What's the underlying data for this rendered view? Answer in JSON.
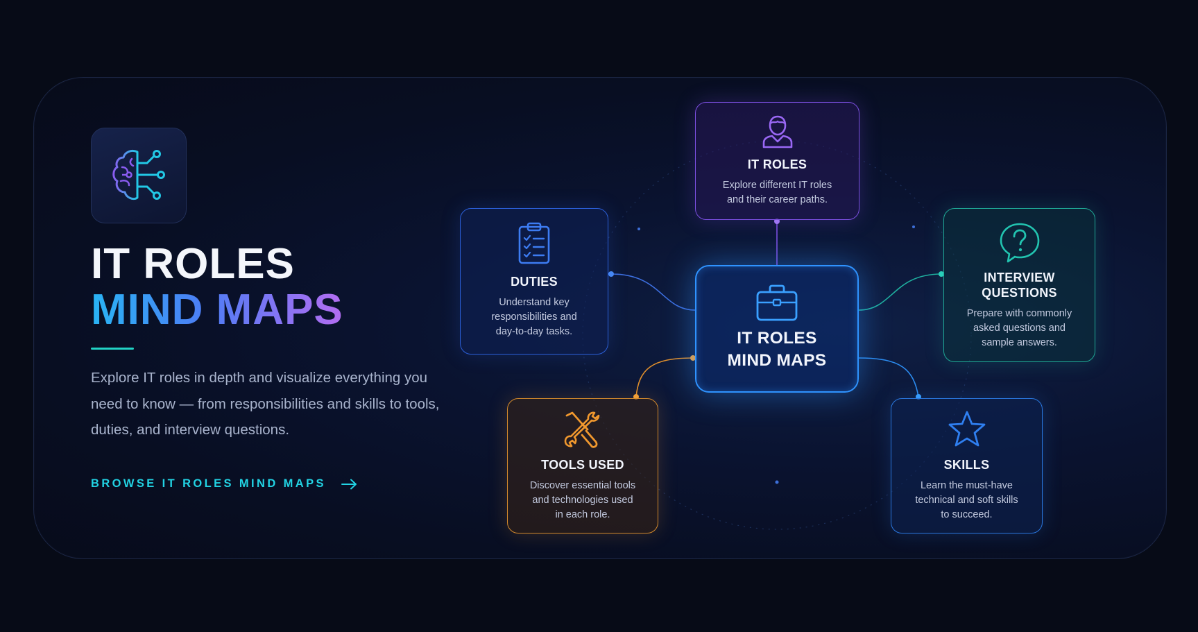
{
  "hero": {
    "title_line1": "IT ROLES",
    "title_line2": "MIND MAPS",
    "description": "Explore IT roles in depth and visualize everything you need to know — from responsibilities and skills to tools, duties, and interview questions.",
    "cta_label": "BROWSE IT ROLES MIND MAPS"
  },
  "mindmap": {
    "center": {
      "title_line1": "IT ROLES",
      "title_line2": "MIND MAPS",
      "icon": "briefcase-icon",
      "color": "#2f93ff"
    },
    "nodes": [
      {
        "id": "it-roles",
        "title": "IT ROLES",
        "desc_lines": [
          "Explore different IT roles",
          "and their career paths."
        ],
        "icon": "person-icon",
        "color": "#8a5cf0"
      },
      {
        "id": "duties",
        "title": "DUTIES",
        "desc_lines": [
          "Understand key",
          "responsibilities and",
          "day-to-day tasks."
        ],
        "icon": "clipboard-checklist-icon",
        "color": "#3d7cf2"
      },
      {
        "id": "interview",
        "title_lines": [
          "INTERVIEW",
          "QUESTIONS"
        ],
        "desc_lines": [
          "Prepare with commonly",
          "asked questions and",
          "sample answers."
        ],
        "icon": "question-bubble-icon",
        "color": "#22c4b0"
      },
      {
        "id": "tools",
        "title": "TOOLS USED",
        "desc_lines": [
          "Discover essential tools",
          "and technologies used",
          "in each role."
        ],
        "icon": "tools-icon",
        "color": "#f0982e"
      },
      {
        "id": "skills",
        "title": "SKILLS",
        "desc_lines": [
          "Learn the must-have",
          "technical and soft skills",
          "to succeed."
        ],
        "icon": "star-icon",
        "color": "#2f7ff0"
      }
    ]
  },
  "icons": {
    "logo": "brain-circuit-icon",
    "cta_arrow": "arrow-right-icon"
  },
  "colors": {
    "background": "#070b17",
    "accent_cyan": "#22d3e4",
    "gradient_start": "#29b4f4",
    "gradient_end": "#b46df2"
  }
}
